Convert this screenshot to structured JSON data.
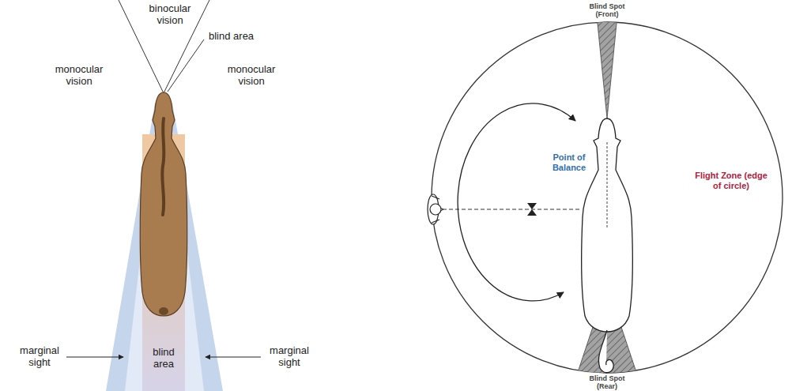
{
  "diagram": {
    "labels": [
      "binocular vision",
      "blind area",
      "monocular vision",
      "monocular vision",
      "marginal sight",
      "blind area",
      "marginal sight",
      "Blind Spot (Front)",
      "Point of Balance",
      "Flight Zone (edge of circle)",
      "Blind Spot (Rear)"
    ]
  }
}
